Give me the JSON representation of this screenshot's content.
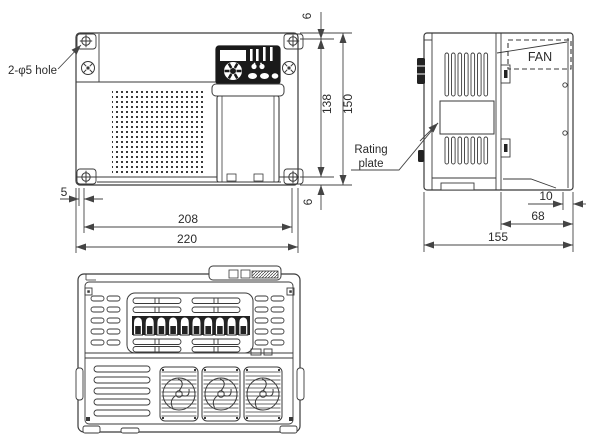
{
  "drawing": {
    "labels": {
      "mounting_hole": "2-φ5 hole",
      "fan": "FAN",
      "rating_plate_line1": "Rating",
      "rating_plate_line2": "plate"
    },
    "dimensions_mm": {
      "front": {
        "top_hole_offset": "6",
        "mounting_hole_vertical_pitch": "138",
        "overall_height": "150",
        "bottom_hole_offset": "6",
        "side_hole_offset": "5",
        "mounting_hole_horizontal_pitch": "208",
        "overall_width": "220"
      },
      "side": {
        "fan_cover_edge_offset": "10",
        "fan_cover_depth": "68",
        "overall_depth": "155"
      }
    },
    "colors": {
      "line": "#3a3a3a",
      "dimension": "#444444",
      "keypad_panel": "#1a1a1a",
      "background": "#ffffff"
    }
  }
}
